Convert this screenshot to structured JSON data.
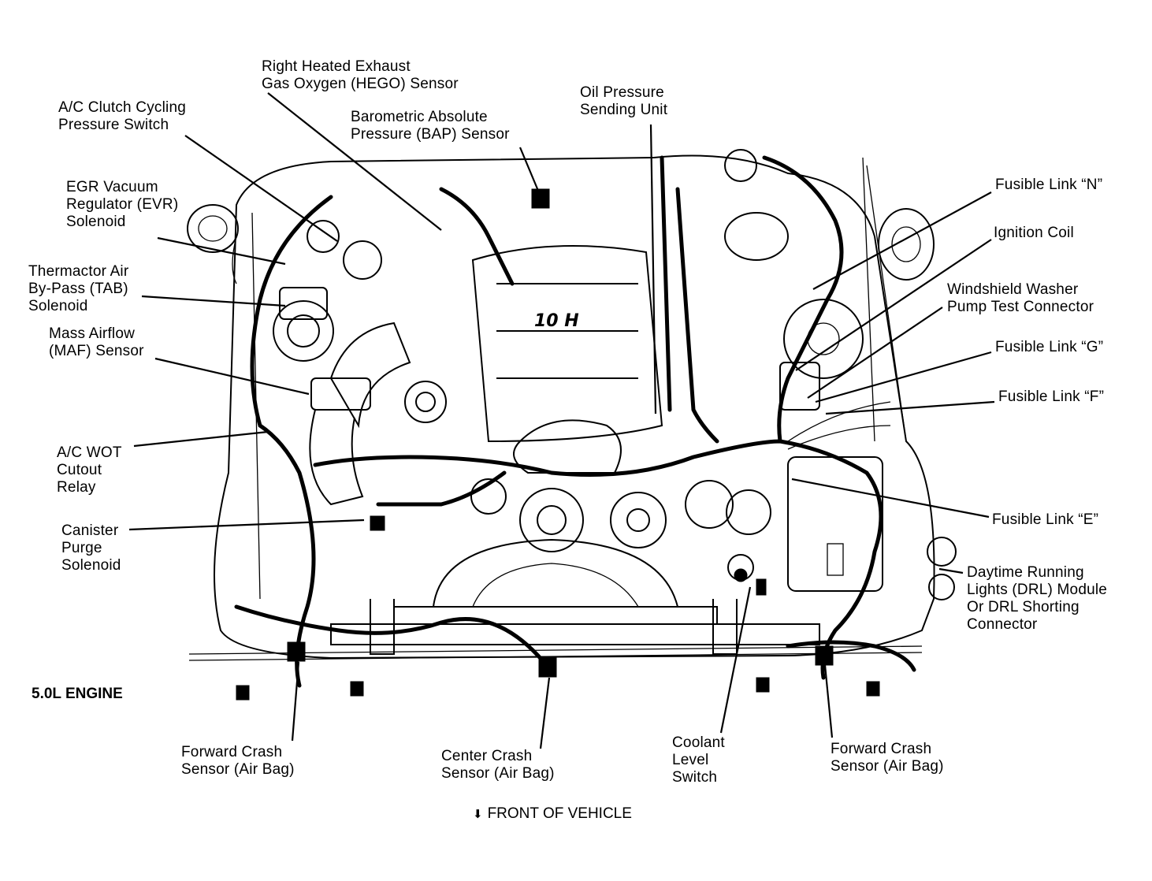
{
  "title": "5.0L ENGINE",
  "front_note": "FRONT OF VEHICLE",
  "front_arrow_icon": "arrow-down-icon",
  "labels": {
    "hego": "Right Heated Exhaust\nGas Oxygen (HEGO) Sensor",
    "ac_clutch": "A/C Clutch Cycling\nPressure Switch",
    "bap": "Barometric Absolute\nPressure (BAP) Sensor",
    "oil_pressure": "Oil Pressure\nSending Unit",
    "evr": "EGR Vacuum\nRegulator (EVR)\nSolenoid",
    "tab": "Thermactor Air\nBy-Pass (TAB)\nSolenoid",
    "maf": "Mass Airflow\n(MAF) Sensor",
    "ac_wot": "A/C WOT\nCutout\nRelay",
    "canister": "Canister\nPurge\nSolenoid",
    "fusible_n": "Fusible Link “N”",
    "ignition_coil": "Ignition Coil",
    "washer": "Windshield Washer\nPump Test Connector",
    "fusible_g": "Fusible Link “G”",
    "fusible_f": "Fusible Link “F”",
    "fusible_e": "Fusible Link “E”",
    "drl": "Daytime Running\nLights (DRL) Module\nOr DRL Shorting\nConnector",
    "crash_left": "Forward Crash\nSensor (Air Bag)",
    "crash_center": "Center Crash\nSensor (Air Bag)",
    "coolant": "Coolant\nLevel\nSwitch",
    "crash_right": "Forward Crash\nSensor (Air Bag)"
  }
}
